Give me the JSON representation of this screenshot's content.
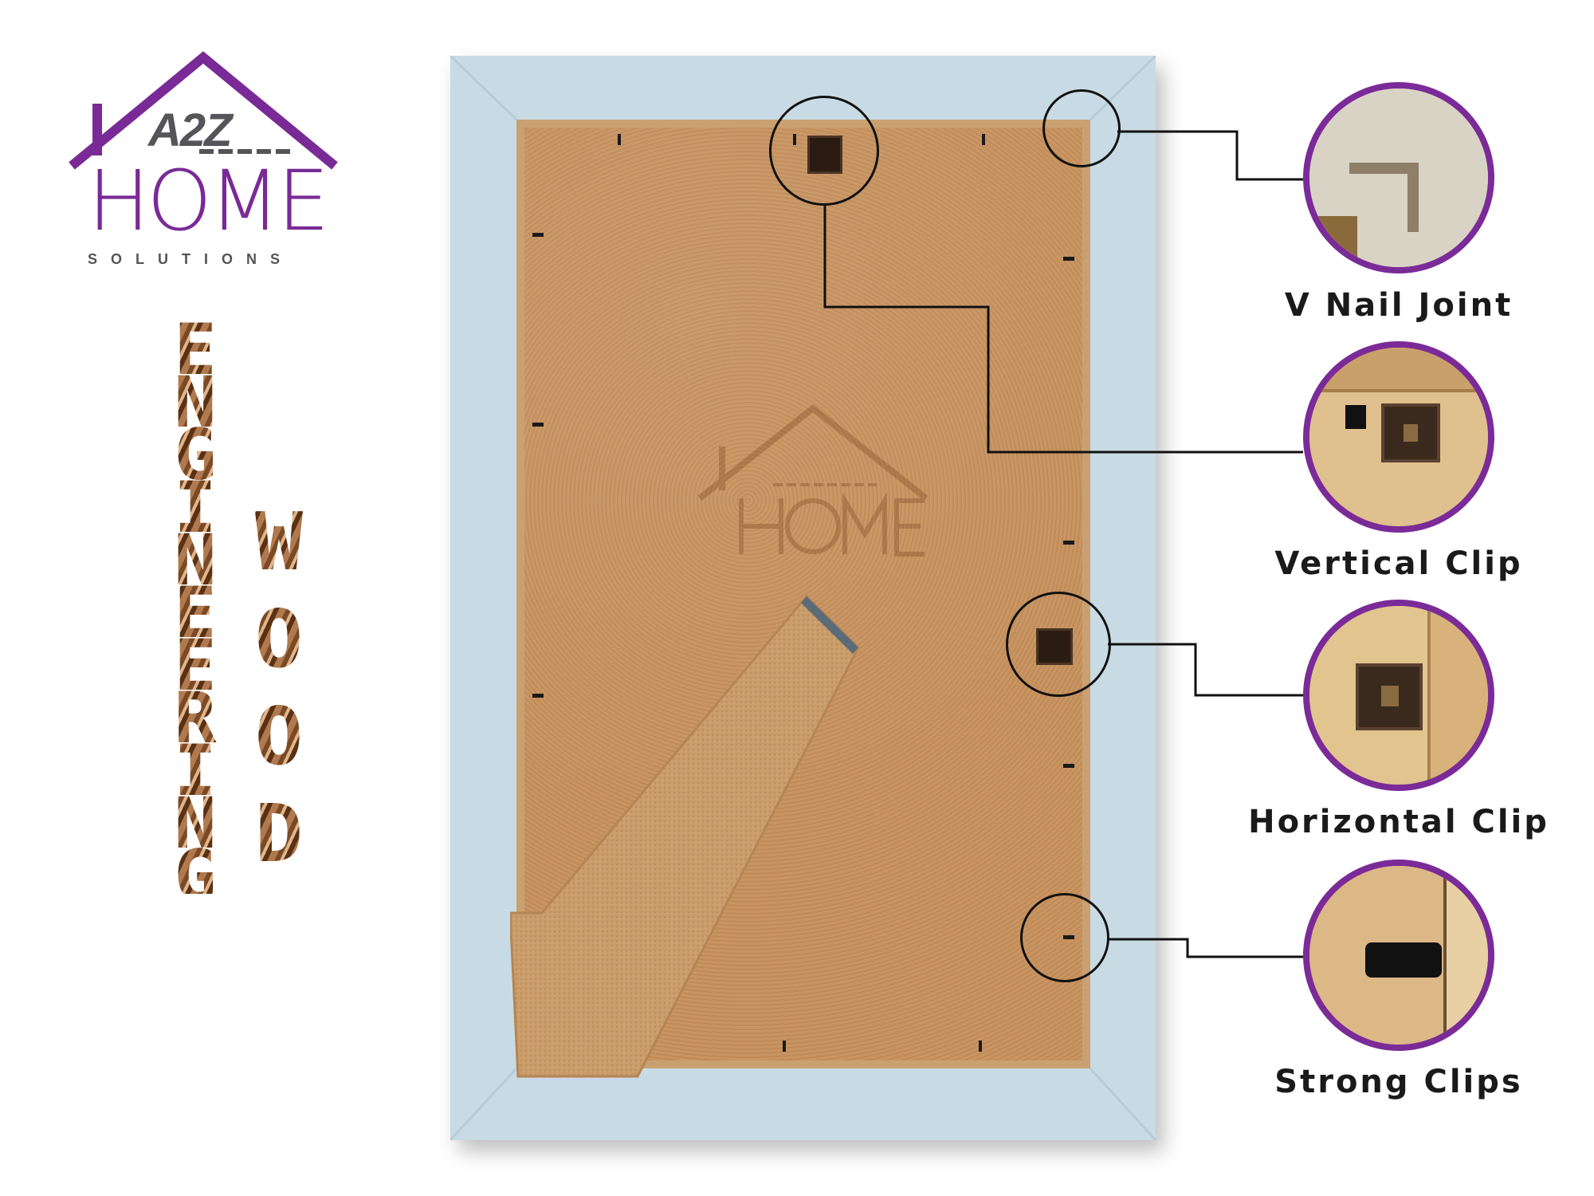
{
  "logo": {
    "brand_a2z": "A2Z",
    "brand_home": "HOME",
    "brand_solutions": "SOLUTIONS"
  },
  "side_text": {
    "engineering": [
      "E",
      "N",
      "G",
      "I",
      "N",
      "E",
      "E",
      "R",
      "I",
      "N",
      "G"
    ],
    "wood": [
      "W",
      "O",
      "O",
      "D"
    ]
  },
  "features": [
    {
      "label": "V Nail Joint",
      "icon": "v-nail-joint-icon"
    },
    {
      "label": "Vertical Clip",
      "icon": "vertical-clip-icon"
    },
    {
      "label": "Horizontal Clip",
      "icon": "horizontal-clip-icon"
    },
    {
      "label": "Strong Clips",
      "icon": "strong-clip-icon"
    }
  ],
  "colors": {
    "brand_purple": "#7a2a96",
    "brand_gray": "#545459",
    "frame_blue": "#c8dbe4",
    "backing_kraft": "#c08a56"
  }
}
